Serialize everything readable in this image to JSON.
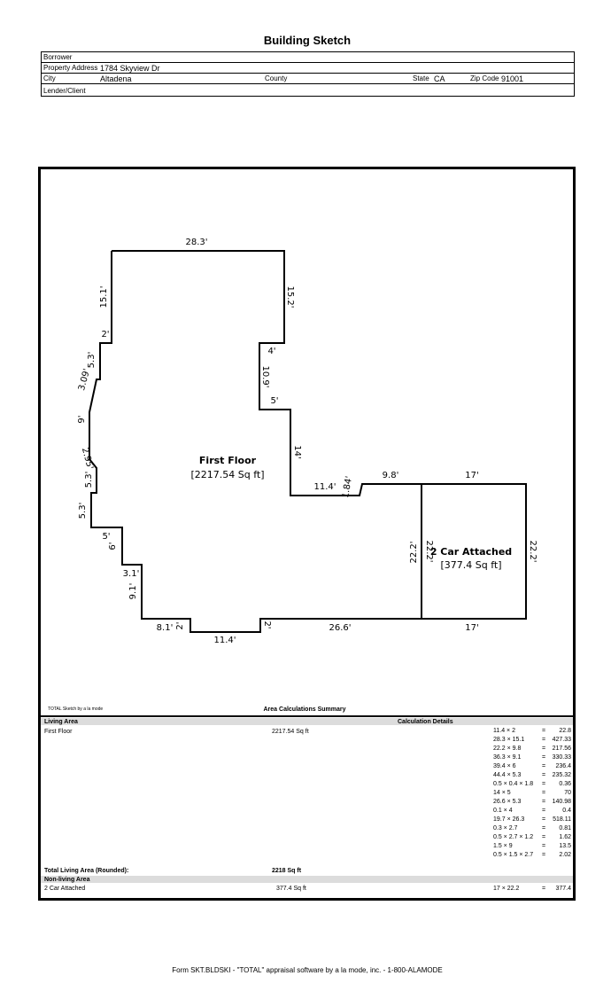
{
  "title": "Building Sketch",
  "header": {
    "borrower_label": "Borrower",
    "borrower_value": "",
    "address_label": "Property Address",
    "address_value": "1784 Skyview Dr",
    "city_label": "City",
    "city_value": "Altadena",
    "county_label": "County",
    "county_value": "",
    "state_label": "State",
    "state_value": "CA",
    "zip_label": "Zip Code",
    "zip_value": "91001",
    "lender_label": "Lender/Client",
    "lender_value": ""
  },
  "sketch": {
    "first_floor_name": "First Floor",
    "first_floor_area": "[2217.54 Sq ft]",
    "garage_name": "2 Car Attached",
    "garage_area": "[377.4 Sq ft]",
    "dims": {
      "top": "28.3'",
      "right_top": "15.2'",
      "notch_top": "4'",
      "notch_side": "10.9'",
      "notch_bottom": "5'",
      "right_mid": "14'",
      "mid_bottom": "11.4'",
      "small_diag": "1.84'",
      "to_garage": "9.8'",
      "garage_top": "17'",
      "garage_left_outer": "22.2'",
      "garage_left_inner": "22.2'",
      "garage_right": "22.2'",
      "garage_bottom": "17'",
      "bottom_right": "26.6'",
      "bottom_step": "2'",
      "bottom_mid": "11.4'",
      "bottom_step_left": "2'",
      "bottom_left": "8.1'",
      "left_low": "9.1'",
      "left_low_step": "3.1'",
      "left_step_side": "6'",
      "left_step_top": "5'",
      "left_lower": "5.3'",
      "bay_lower_side": "5.3'",
      "bay_lower_diag": "2.95'",
      "bay_face": "9'",
      "bay_upper_diag": "3.09'",
      "bay_upper_side": "5.3'",
      "left_step2": "2'",
      "left_top": "15.1'"
    },
    "credit": "TOTAL Sketch by a la mode"
  },
  "summary": {
    "title": "Area Calculations Summary",
    "living_header": "Living Area",
    "calc_header": "Calculation Details",
    "first_floor_label": "First Floor",
    "first_floor_sqft": "2217.54 Sq ft",
    "calcs": [
      {
        "expr": "11.4 × 2",
        "res": "22.8"
      },
      {
        "expr": "28.3 × 15.1",
        "res": "427.33"
      },
      {
        "expr": "22.2 × 9.8",
        "res": "217.56"
      },
      {
        "expr": "36.3 × 9.1",
        "res": "330.33"
      },
      {
        "expr": "39.4 × 6",
        "res": "236.4"
      },
      {
        "expr": "44.4 × 5.3",
        "res": "235.32"
      },
      {
        "expr": "0.5 × 0.4 × 1.8",
        "res": "0.36"
      },
      {
        "expr": "14 × 5",
        "res": "70"
      },
      {
        "expr": "26.6 × 5.3",
        "res": "140.98"
      },
      {
        "expr": "0.1 × 4",
        "res": "0.4"
      },
      {
        "expr": "19.7 × 26.3",
        "res": "518.11"
      },
      {
        "expr": "0.3 × 2.7",
        "res": "0.81"
      },
      {
        "expr": "0.5 × 2.7 × 1.2",
        "res": "1.62"
      },
      {
        "expr": "1.5 × 9",
        "res": "13.5"
      },
      {
        "expr": "0.5 × 1.5 × 2.7",
        "res": "2.02"
      }
    ],
    "total_label": "Total Living Area (Rounded):",
    "total_value": "2218 Sq ft",
    "nonliving_header": "Non-living Area",
    "garage_label": "2 Car Attached",
    "garage_sqft": "377.4 Sq ft",
    "garage_expr": "17 × 22.2",
    "garage_res": "377.4",
    "equals": "="
  },
  "footer": "Form SKT.BLDSKI - \"TOTAL\" appraisal software by a la mode, inc. - 1-800-ALAMODE"
}
